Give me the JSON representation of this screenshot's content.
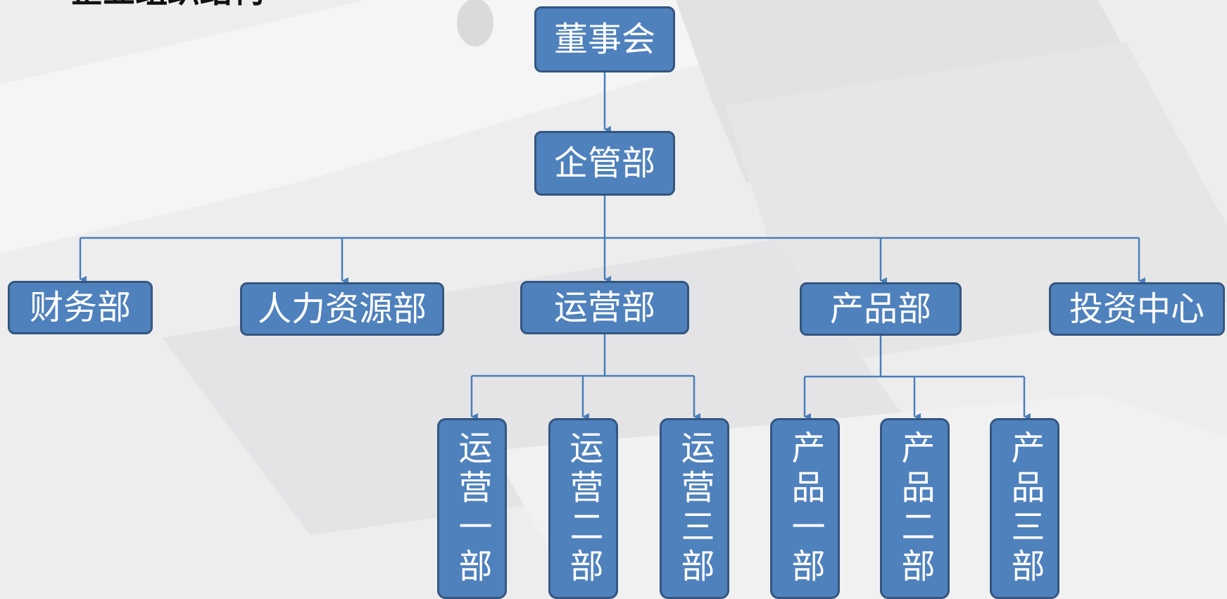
{
  "page": {
    "title": "企业组织结构"
  },
  "colors": {
    "node_fill": "#4f81bd",
    "node_border": "#34567f",
    "connector": "#4a7ebb",
    "label": "#ffffff"
  },
  "nodes": {
    "board": "董事会",
    "management": "企管部",
    "finance": "财务部",
    "hr": "人力资源部",
    "operations": "运营部",
    "product": "产品部",
    "investment": "投资中心",
    "ops1": "运营一部",
    "ops2": "运营二部",
    "ops3": "运营三部",
    "prod1": "产品一部",
    "prod2": "产品二部",
    "prod3": "产品三部"
  }
}
